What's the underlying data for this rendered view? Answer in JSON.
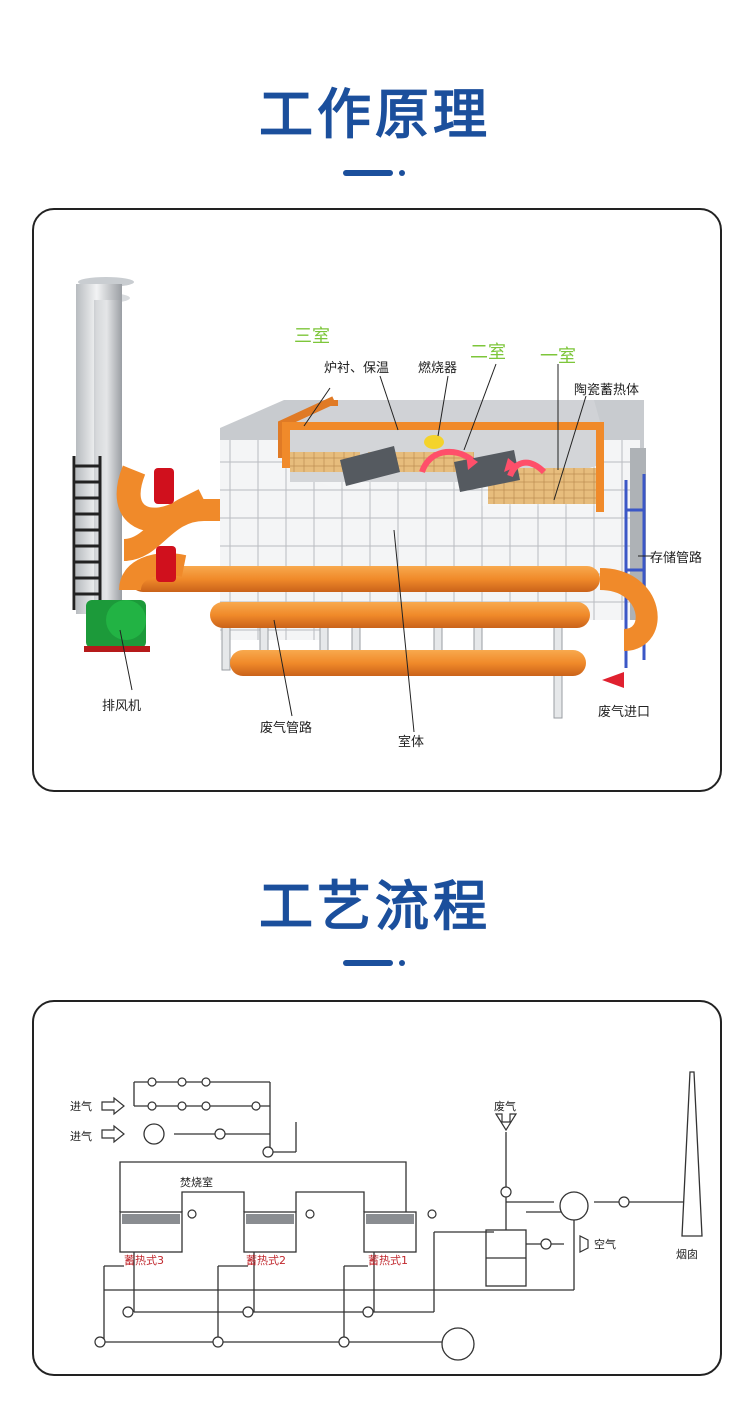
{
  "colors": {
    "title": "#1b4f9c",
    "orange": "#f08a2a",
    "orange_dark": "#c9621a",
    "label_green": "#7dc63a",
    "brick": "#e0b070",
    "red_label": "#c0272d"
  },
  "section1": {
    "title": "工作原理",
    "labels": {
      "chamber3": "三室",
      "chamber2": "二室",
      "chamber1": "一室",
      "lining": "炉衬、保温",
      "burner": "燃烧器",
      "ceramic": "陶瓷蓄热体",
      "storage_pipe": "存储管路",
      "fan": "排风机",
      "waste_pipe": "废气管路",
      "chamber_body": "室体",
      "inlet": "废气进口"
    }
  },
  "section2": {
    "title": "工艺流程",
    "labels": {
      "inlet_air_1": "进气",
      "inlet_air_2": "进气",
      "combustion_chamber": "焚烧室",
      "regen3": "蓄热式3",
      "regen2": "蓄热式2",
      "regen1": "蓄热式1",
      "waste_gas": "废气",
      "air": "空气",
      "chimney": "烟囱"
    }
  }
}
